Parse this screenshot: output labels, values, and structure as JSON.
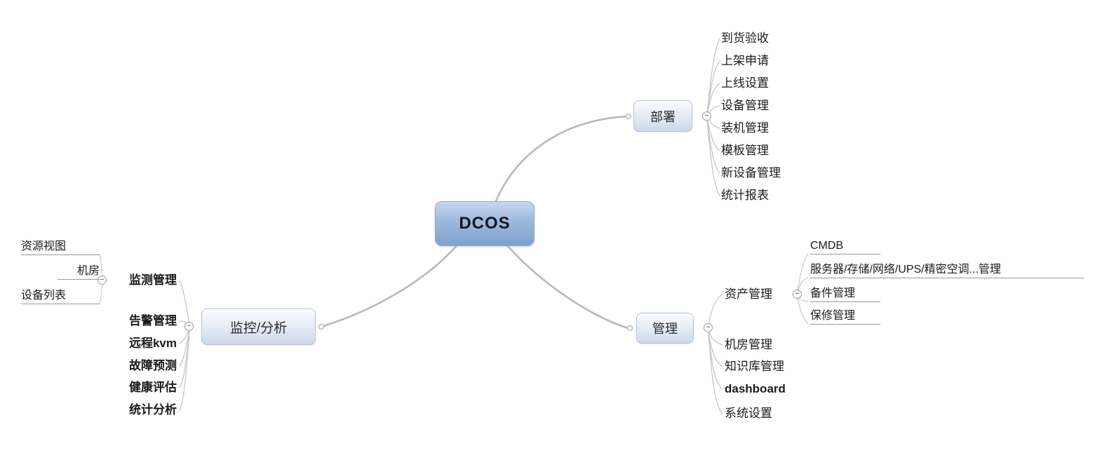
{
  "root": {
    "label": "DCOS"
  },
  "branches": {
    "deploy": {
      "label": "部署",
      "children": [
        {
          "label": "到货验收"
        },
        {
          "label": "上架申请"
        },
        {
          "label": "上线设置"
        },
        {
          "label": "设备管理"
        },
        {
          "label": "装机管理"
        },
        {
          "label": "模板管理"
        },
        {
          "label": "新设备管理"
        },
        {
          "label": "统计报表"
        }
      ]
    },
    "monitor": {
      "label": "监控/分析",
      "children": [
        {
          "label": "监测管理",
          "children": [
            {
              "label": "资源视图"
            },
            {
              "label": "机房"
            },
            {
              "label": "设备列表"
            }
          ]
        },
        {
          "label": "告警管理"
        },
        {
          "label": "远程kvm"
        },
        {
          "label": "故障预测"
        },
        {
          "label": "健康评估"
        },
        {
          "label": "统计分析"
        }
      ]
    },
    "manage": {
      "label": "管理",
      "children": [
        {
          "label": "资产管理",
          "children": [
            {
              "label": "CMDB"
            },
            {
              "label": "服务器/存储/网络/UPS/精密空调...管理"
            },
            {
              "label": "备件管理"
            },
            {
              "label": "保修管理"
            }
          ]
        },
        {
          "label": "机房管理"
        },
        {
          "label": "知识库管理"
        },
        {
          "label": "dashboard"
        },
        {
          "label": "系统设置"
        }
      ]
    }
  },
  "icons": {
    "collapse": "−"
  },
  "colors": {
    "root-grad-top": "#c8d8ee",
    "root-grad-bottom": "#7fa1cd",
    "root-border": "#93a9c6",
    "branch-grad-top": "#fbfcfe",
    "branch-grad-bottom": "#ccd8e9",
    "branch-border": "#b7c3d4",
    "edge": "#b9b9b9",
    "link": "#c6c6c6",
    "underline": "#999999",
    "text": "#1b1b1b"
  }
}
